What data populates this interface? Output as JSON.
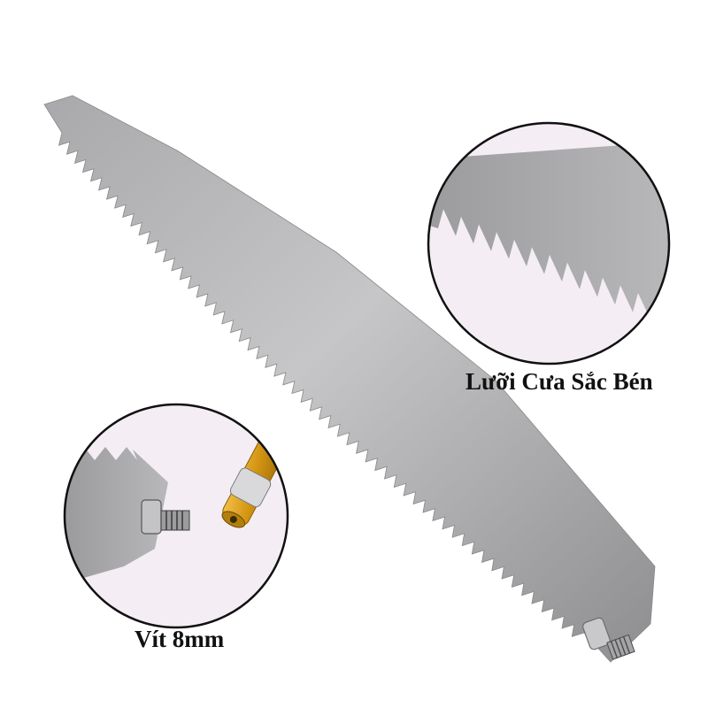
{
  "captions": {
    "sharp_blade": "Lưỡi Cưa Sắc Bén",
    "screw": "Vít 8mm"
  },
  "colors": {
    "background": "#ffffff",
    "blade_light": "#b9b9bb",
    "blade_dark": "#8f8f92",
    "zoom_background": "#f4eef4",
    "ring": "#111111",
    "gold": "#d8a11c",
    "text": "#111111"
  },
  "icons": {
    "main": "saw-blade",
    "zoom_1": "serrated-teeth-closeup",
    "zoom_2": "threaded-screw-closeup"
  }
}
